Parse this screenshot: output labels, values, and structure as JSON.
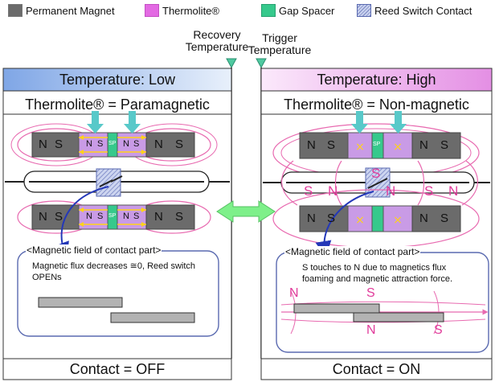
{
  "legend": [
    {
      "label": "Permanent Magnet",
      "color": "#6b6b6b"
    },
    {
      "label": "Thermolite®",
      "color": "#e36ae3"
    },
    {
      "label": "Gap Spacer",
      "color": "#36c98c"
    },
    {
      "label": "Reed Switch Contact",
      "color": "#7c88c2"
    }
  ],
  "temps": {
    "recovery_line1": "Recovery",
    "recovery_line2": "Temperature",
    "trigger_line1": "Trigger",
    "trigger_line2": "Temperature"
  },
  "left": {
    "band": "Temperature: Low",
    "state": "Thermolite® = Paramagnetic",
    "field_title": "<Magnetic field of contact part>",
    "field_desc_line1": "Magnetic flux decreases ≅0, Reed switch",
    "field_desc_line2": "OPENs",
    "contact": "Contact = OFF",
    "magnet_n": "N",
    "magnet_s": "S",
    "small_n": "N",
    "small_s": "S",
    "spacer": "SP"
  },
  "right": {
    "band": "Temperature: High",
    "state": "Thermolite® = Non-magnetic",
    "field_title": "<Magnetic field of contact part>",
    "field_desc_line1": "S touches to N due to magnetics flux",
    "field_desc_line2": "foaming and magnetic attraction force.",
    "contact": "Contact = ON",
    "magnet_n": "N",
    "magnet_s": "S",
    "spacer": "SP",
    "pole_s": "S",
    "pole_n": "N"
  },
  "colors": {
    "band_left": "#a9c3ee",
    "band_right": "#f1b8f1",
    "magnet": "#6b6b6b",
    "thermolite": "#c99be6",
    "gap": "#36c98c",
    "field": "#e86ab0",
    "arrow_cyan": "#58c9c9",
    "arrow_green": "#7ef08a",
    "flux_yellow": "#ffd21a",
    "arrow_blue": "#2438b8"
  }
}
